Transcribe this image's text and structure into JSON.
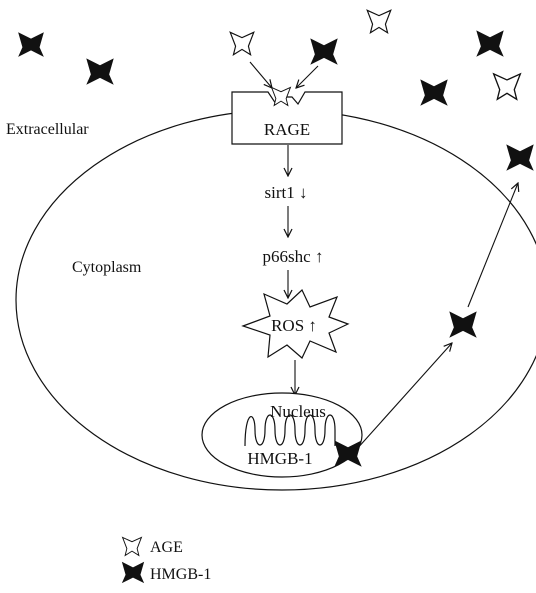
{
  "labels": {
    "extracellular": "Extracellular",
    "cytoplasm": "Cytoplasm",
    "rage": "RAGE",
    "sirt1": "sirt1 ↓",
    "p66shc": "p66shc ↑",
    "ros": "ROS ↑",
    "nucleus": "Nucleus",
    "hmgb1_nuclear": "HMGB-1"
  },
  "legend": {
    "items": [
      {
        "label": "AGE",
        "icon": "open-star-icon"
      },
      {
        "label": "HMGB-1",
        "icon": "filled-star-icon"
      }
    ]
  },
  "colors": {
    "line": "#111111",
    "hmgb1_fill": "#111111",
    "age_fill": "#ffffff",
    "background": "#ffffff"
  }
}
